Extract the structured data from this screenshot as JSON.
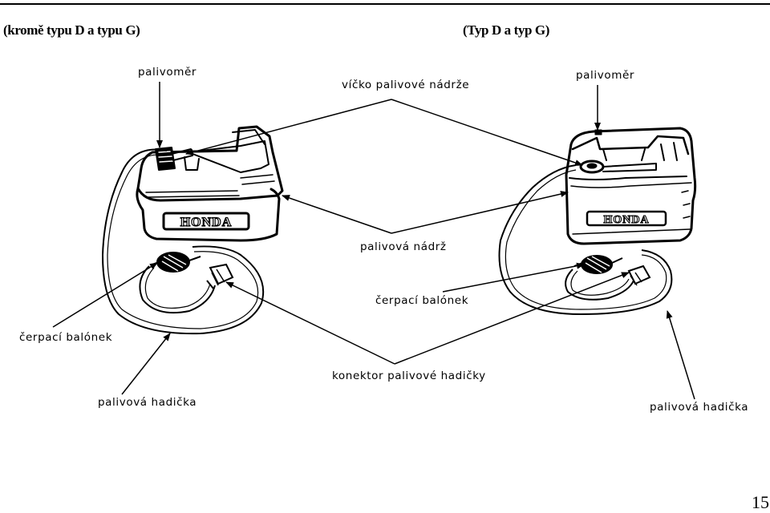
{
  "headings": {
    "left": "(kromě typu D a typu G)",
    "right": "(Typ D a typ G)"
  },
  "labels": {
    "fuel_gauge_left": "palivoměr",
    "fuel_cap": "víčko palivové nádrže",
    "fuel_gauge_right": "palivoměr",
    "fuel_tank": "palivová   nádrž",
    "primer_bulb_right": "čerpací  balónek",
    "primer_bulb_left": "čerpací  balónek",
    "hose_connector": "konektor  palivové  hadičky",
    "fuel_hose_left": "palivová  hadička",
    "fuel_hose_right": "palivová  hadička"
  },
  "brand": "HONDA",
  "page_number": "15"
}
